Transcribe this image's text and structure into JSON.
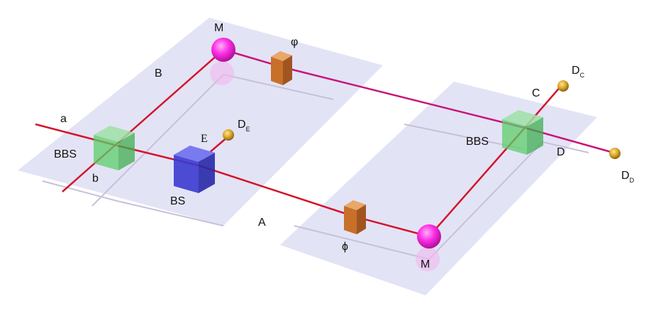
{
  "labels": {
    "mirror_top": "M",
    "phase_top": "φ",
    "path_B": "B",
    "input_a": "a",
    "bbs_left": "BBS",
    "input_b": "b",
    "path_E": "E",
    "det_E_main": "D",
    "det_E_sub": "E",
    "bs": "BS",
    "path_A": "A",
    "phase_bottom": "ϕ",
    "mirror_bottom": "M",
    "path_C": "C",
    "det_C_main": "D",
    "det_C_sub": "C",
    "bbs_right": "BBS",
    "path_D": "D",
    "det_D_main": "D",
    "det_D_sub": "D"
  },
  "colors": {
    "red_beam": "#d4142a",
    "magenta_beam": "#c8157a",
    "plane": "#dcdcf4",
    "bbs": "#5ccf6a",
    "bs": "#3a3ad0",
    "mirror": "#ff2ee6",
    "phase": "#c8702a",
    "detector": "#d4a020"
  }
}
